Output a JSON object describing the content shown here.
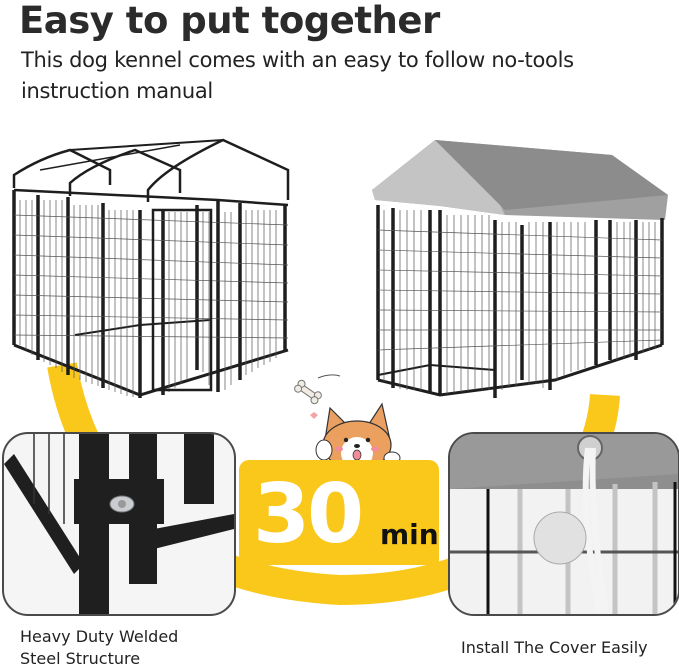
{
  "header": {
    "title": "Easy to put together",
    "subtitle": "This dog kennel comes with an easy to follow no-tools instruction manual"
  },
  "badge": {
    "value": "30",
    "unit": "min",
    "color": "#f9c81a"
  },
  "features": [
    {
      "caption_line1": "Heavy Duty Welded",
      "caption_line2": "Steel Structure",
      "image": "welded-steel-joint-closeup"
    },
    {
      "caption": "Install The Cover Easily",
      "image": "cover-bungee-ball-closeup"
    }
  ],
  "images": {
    "left_kennel": "kennel-frame-without-cover",
    "right_kennel": "kennel-with-gray-cover",
    "mascot": "corgi-with-bone"
  },
  "colors": {
    "accent_yellow": "#f9c81a",
    "frame_black": "#1e1e1e",
    "cover_gray": "#9a9a9a"
  }
}
